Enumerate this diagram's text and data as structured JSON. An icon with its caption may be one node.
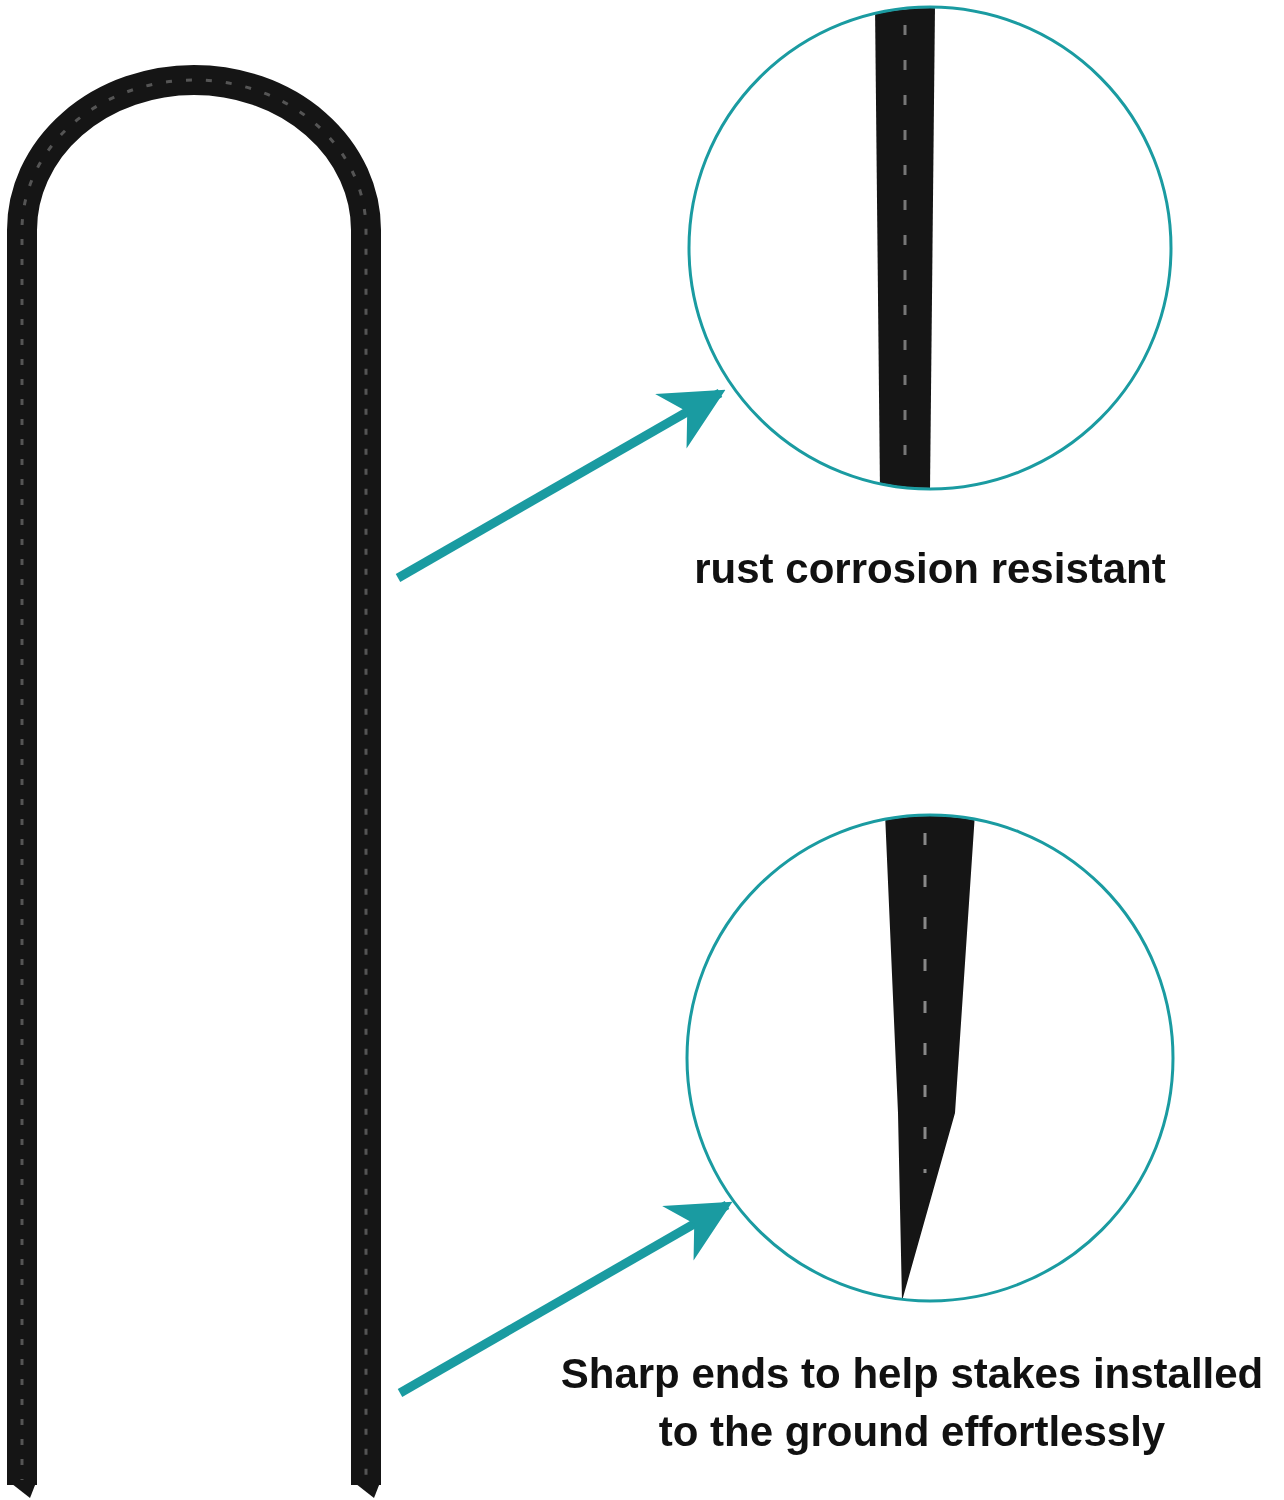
{
  "diagram": {
    "nodes": [
      {
        "text": [],
        "shape": "picture"
      },
      {
        "text": [],
        "shape": "circle",
        "beside": [
          "rust corrosion resistant"
        ]
      },
      {
        "text": [],
        "shape": "circle",
        "beside": [
          "Sharp ends to help stakes installed to the ground effortlessly"
        ]
      }
    ],
    "edges": [
      {
        "from": 0,
        "to": 1,
        "arrow": "to"
      },
      {
        "from": 0,
        "to": 2,
        "arrow": "to"
      }
    ]
  }
}
